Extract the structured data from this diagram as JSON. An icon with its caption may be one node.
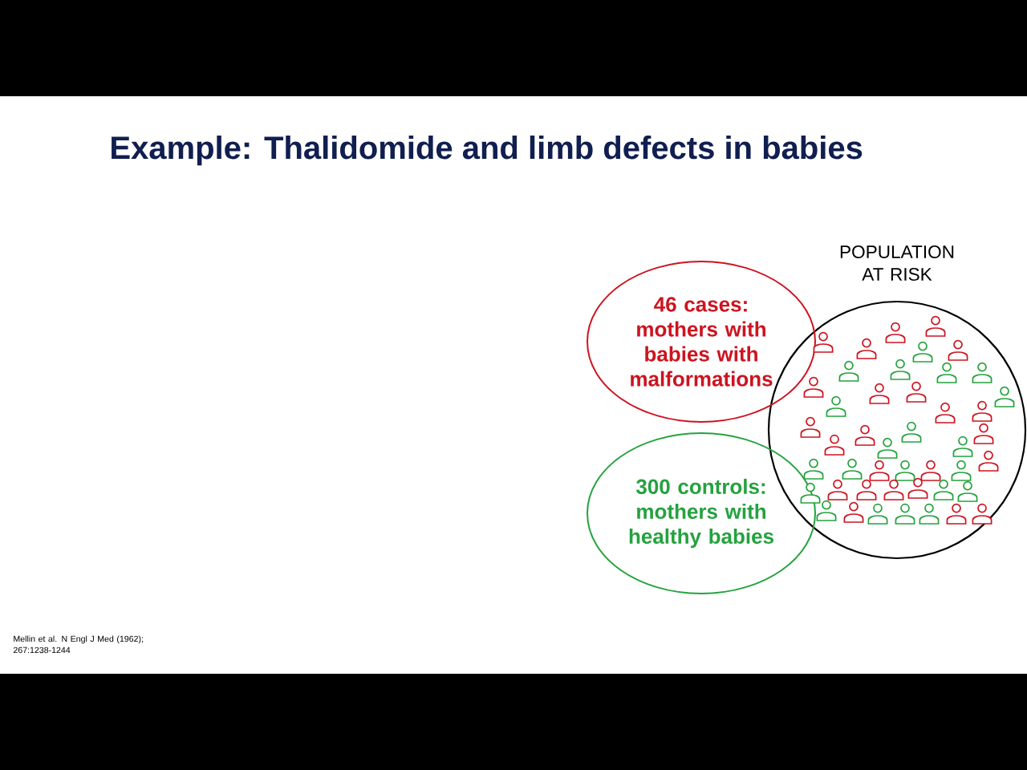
{
  "diagram": {
    "title": "Example: Thalidomide and limb defects in babies",
    "nodes": [
      {
        "text": [
          "POPULATION AT RISK"
        ]
      },
      {
        "text": [
          "46 cases: mothers with babies with malformations"
        ]
      },
      {
        "text": [
          "300 controls: mothers with healthy babies"
        ]
      }
    ],
    "labels": [
      "Mellin et al. N Engl J Med (1962); 267:1238-1244"
    ]
  }
}
